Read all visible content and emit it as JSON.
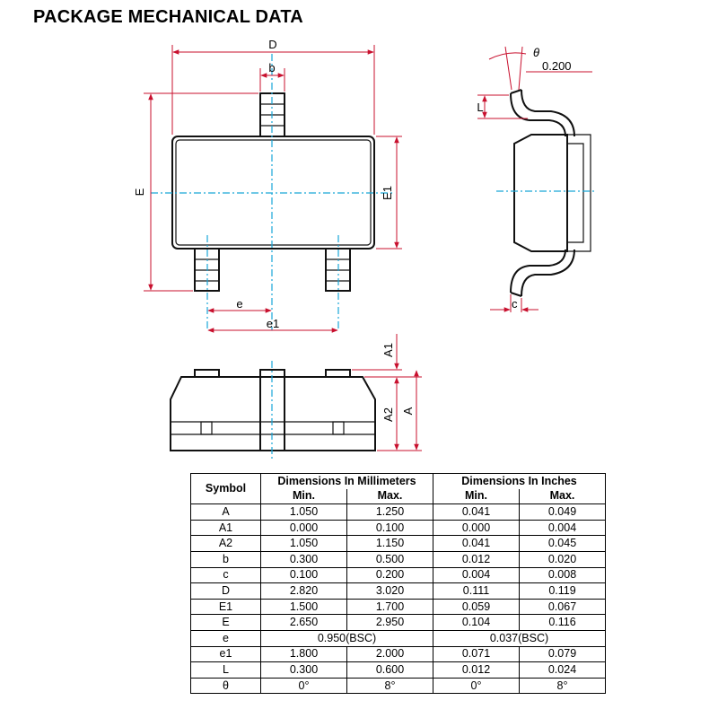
{
  "title": "PACKAGE MECHANICAL DATA",
  "labels": {
    "D": "D",
    "b": "b",
    "E": "E",
    "E1": "E1",
    "e": "e",
    "e1": "e1",
    "theta": "θ",
    "tol": "0.200",
    "L": "L",
    "c": "c",
    "A1": "A1",
    "A2": "A2",
    "A": "A"
  },
  "table": {
    "symbol_header": "Symbol",
    "mm_header": "Dimensions In Millimeters",
    "in_header": "Dimensions In Inches",
    "min": "Min.",
    "max": "Max.",
    "rows": [
      {
        "symbol": "A",
        "mm_min": "1.050",
        "mm_max": "1.250",
        "in_min": "0.041",
        "in_max": "0.049"
      },
      {
        "symbol": "A1",
        "mm_min": "0.000",
        "mm_max": "0.100",
        "in_min": "0.000",
        "in_max": "0.004"
      },
      {
        "symbol": "A2",
        "mm_min": "1.050",
        "mm_max": "1.150",
        "in_min": "0.041",
        "in_max": "0.045"
      },
      {
        "symbol": "b",
        "mm_min": "0.300",
        "mm_max": "0.500",
        "in_min": "0.012",
        "in_max": "0.020"
      },
      {
        "symbol": "c",
        "mm_min": "0.100",
        "mm_max": "0.200",
        "in_min": "0.004",
        "in_max": "0.008"
      },
      {
        "symbol": "D",
        "mm_min": "2.820",
        "mm_max": "3.020",
        "in_min": "0.111",
        "in_max": "0.119"
      },
      {
        "symbol": "E1",
        "mm_min": "1.500",
        "mm_max": "1.700",
        "in_min": "0.059",
        "in_max": "0.067"
      },
      {
        "symbol": "E",
        "mm_min": "2.650",
        "mm_max": "2.950",
        "in_min": "0.104",
        "in_max": "0.116"
      },
      {
        "symbol": "e",
        "mm_span": "0.950(BSC)",
        "in_span": "0.037(BSC)"
      },
      {
        "symbol": "e1",
        "mm_min": "1.800",
        "mm_max": "2.000",
        "in_min": "0.071",
        "in_max": "0.079"
      },
      {
        "symbol": "L",
        "mm_min": "0.300",
        "mm_max": "0.600",
        "in_min": "0.012",
        "in_max": "0.024"
      },
      {
        "symbol": "θ",
        "mm_min": "0°",
        "mm_max": "8°",
        "in_min": "0°",
        "in_max": "8°"
      }
    ]
  }
}
